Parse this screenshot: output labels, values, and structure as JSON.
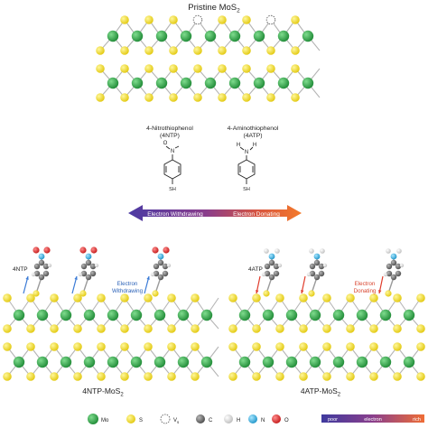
{
  "title": {
    "main": "Pristine MoS",
    "sub": "2"
  },
  "molecules": {
    "ntp": {
      "name": "4-Nitrothiophenol",
      "abbr": "(4NTP)",
      "top_atom": "O",
      "n_atom": "N",
      "sh": "SH"
    },
    "atp": {
      "name": "4-Aminothiophenol",
      "abbr": "(4ATP)",
      "h_left": "H",
      "h_right": "H",
      "n_atom": "N",
      "sh": "SH"
    }
  },
  "arrow": {
    "left_label": "Electron Withdrawing",
    "right_label": "Electron Donating"
  },
  "panels": {
    "ntp": {
      "tag": "4NTP",
      "annotation_line1": "Electron",
      "annotation_line2": "Withdrawing",
      "label_main": "4NTP-MoS",
      "label_sub": "2"
    },
    "atp": {
      "tag": "4ATP",
      "annotation_line1": "Electron",
      "annotation_line2": "Donating",
      "label_main": "4ATP-MoS",
      "label_sub": "2"
    }
  },
  "legend": {
    "items": [
      {
        "symbol": "Mo",
        "color": "#2aa845"
      },
      {
        "symbol": "S",
        "color": "#f1e01a"
      },
      {
        "symbol": "V",
        "sub": "s",
        "color": "none"
      },
      {
        "symbol": "C",
        "color": "#6e6e6e"
      },
      {
        "symbol": "H",
        "color": "#d9d9d9"
      },
      {
        "symbol": "N",
        "color": "#3fb6e6"
      },
      {
        "symbol": "O",
        "color": "#e02a2a"
      }
    ],
    "scale": {
      "poor": "poor",
      "electron": "electron",
      "rich": "rich"
    }
  },
  "colors": {
    "mo": "#2aa845",
    "s": "#f1e01a",
    "bond": "#b9b9b9",
    "carbon": "#6e6e6e",
    "hydrogen": "#d9d9d9",
    "nitrogen": "#3fb6e6",
    "oxygen": "#e02a2a",
    "withdraw": "#5b3da8",
    "donate": "#f2672a"
  }
}
